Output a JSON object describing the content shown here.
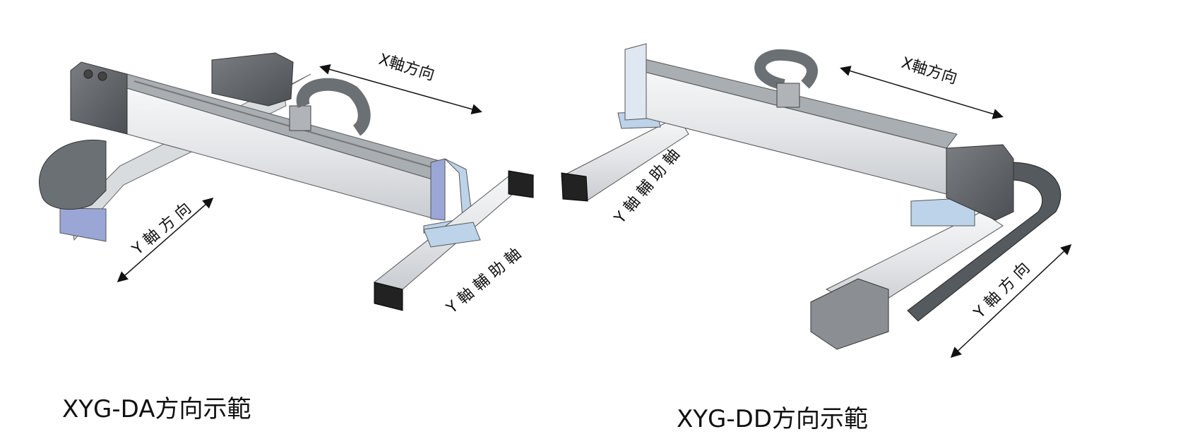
{
  "diagrams": [
    {
      "caption": "XYG-DA方向示範",
      "labels": {
        "x_axis": "X軸方向",
        "y_axis": "Y 軸 方 向",
        "y_aux": "Y 軸 輔 助 軸"
      }
    },
    {
      "caption": "XYG-DD方向示範",
      "labels": {
        "x_axis": "X軸方向",
        "y_axis": "Y 軸 方 向",
        "y_aux": "Y 軸 輔 助 軸"
      }
    }
  ],
  "colors": {
    "aluminum": "#e6e8eb",
    "rail": "#9aa0a6",
    "motor": "#5b5f63",
    "chain": "#6b7075",
    "plate": "#bcd3ea",
    "endcap": "#9aa7d6",
    "black": "#222222"
  }
}
